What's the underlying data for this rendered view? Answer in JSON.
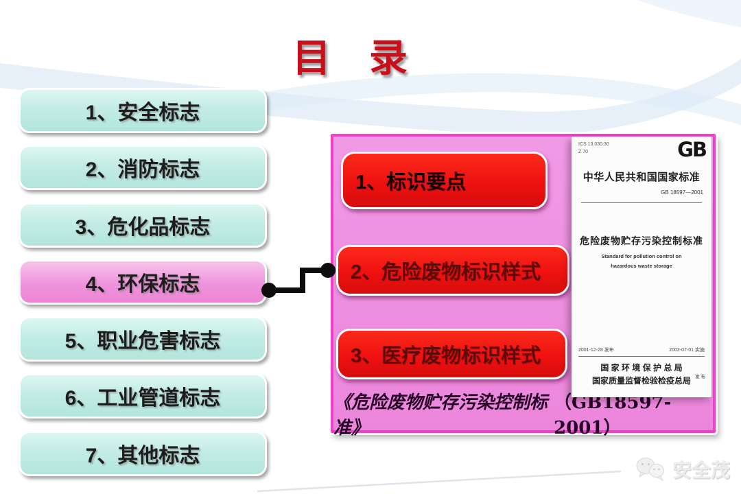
{
  "slide_title": "目　录",
  "toc": {
    "items": [
      {
        "label": "1、安全标志"
      },
      {
        "label": "2、消防标志"
      },
      {
        "label": "3、危化品标志"
      },
      {
        "label": "4、环保标志"
      },
      {
        "label": "5、职业危害标志"
      },
      {
        "label": "6、工业管道标志"
      },
      {
        "label": "7、其他标志"
      }
    ]
  },
  "panel": {
    "buttons": [
      {
        "label": "1、标识要点"
      },
      {
        "label": "2、危险废物标识样式"
      },
      {
        "label": "3、医疗废物标识样式"
      }
    ],
    "caption_title": "《危险废物贮存污染控制标准》",
    "caption_code": "（GB18597-2001）"
  },
  "document": {
    "ics_line1": "ICS 13.030.30",
    "ics_line2": "Z 70",
    "gb_logo": "GB",
    "header": "中华人民共和国国家标准",
    "standard_no": "GB 18597—2001",
    "title_cn": "危险废物贮存污染控制标准",
    "title_en_line1": "Standard for pollution control on",
    "title_en_line2": "hazardous waste storage",
    "issue_date": "2001-12-28 发布",
    "impl_date": "2002-07-01 实施",
    "issuer_line1": "国 家 环 境 保 护 总 局",
    "issuer_line2": "国家质量监督检验检疫总局",
    "publish_label": "发 布"
  },
  "watermark": {
    "brand": "安全茂"
  },
  "colors": {
    "title_red": "#c8101d",
    "item_cyan": "#c3ece4",
    "item_pink": "#ef93dc",
    "panel_fill": "#ee8fe0",
    "panel_border": "#f23fc9",
    "button_red": "#ec1414",
    "connector_black": "#0d0d0d",
    "swoosh_blue": "#cfe2f4"
  }
}
